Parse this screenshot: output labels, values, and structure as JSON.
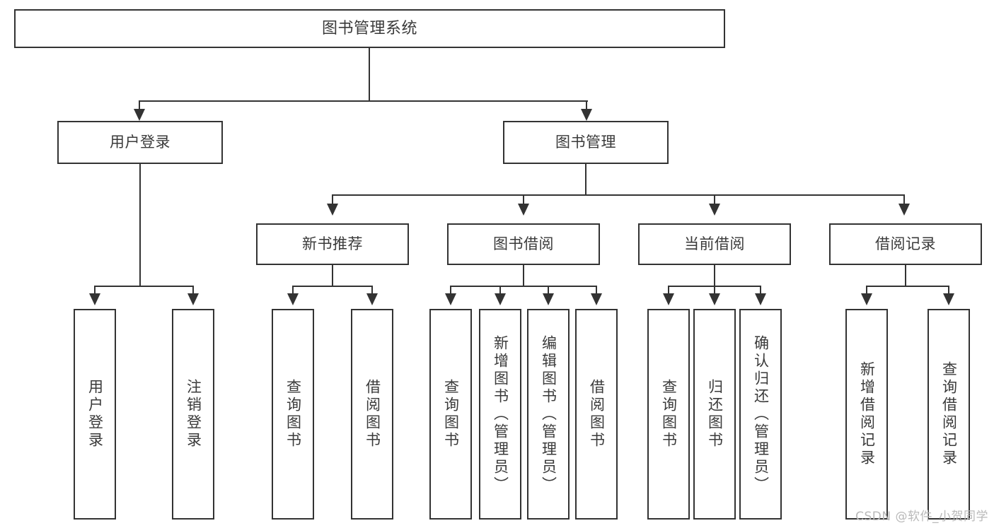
{
  "diagram": {
    "title": "图书管理系统",
    "type": "tree",
    "root": {
      "label": "图书管理系统"
    },
    "level2": [
      {
        "label": "用户登录"
      },
      {
        "label": "图书管理"
      }
    ],
    "level3": [
      {
        "label": "新书推荐"
      },
      {
        "label": "图书借阅"
      },
      {
        "label": "当前借阅"
      },
      {
        "label": "借阅记录"
      }
    ],
    "leaves": {
      "user_login": [
        {
          "label": "用户登录"
        },
        {
          "label": "注销登录"
        }
      ],
      "new_book_recommend": [
        {
          "label": "查询图书"
        },
        {
          "label": "借阅图书"
        }
      ],
      "book_borrow": [
        {
          "label": "查询图书"
        },
        {
          "label": "新增图书（管理员）"
        },
        {
          "label": "编辑图书（管理员）"
        },
        {
          "label": "借阅图书"
        }
      ],
      "current_borrow": [
        {
          "label": "查询图书"
        },
        {
          "label": "归还图书"
        },
        {
          "label": "确认归还（管理员）"
        }
      ],
      "borrow_record": [
        {
          "label": "新增借阅记录"
        },
        {
          "label": "查询借阅记录"
        }
      ]
    }
  },
  "watermark": {
    "text": "CSDN @软件_小贺同学"
  },
  "colors": {
    "line": "#333333",
    "box_border": "#333333",
    "box_fill": "#ffffff",
    "text": "#3a3a3a",
    "watermark": "#b9b9b9",
    "background": "#ffffff"
  }
}
